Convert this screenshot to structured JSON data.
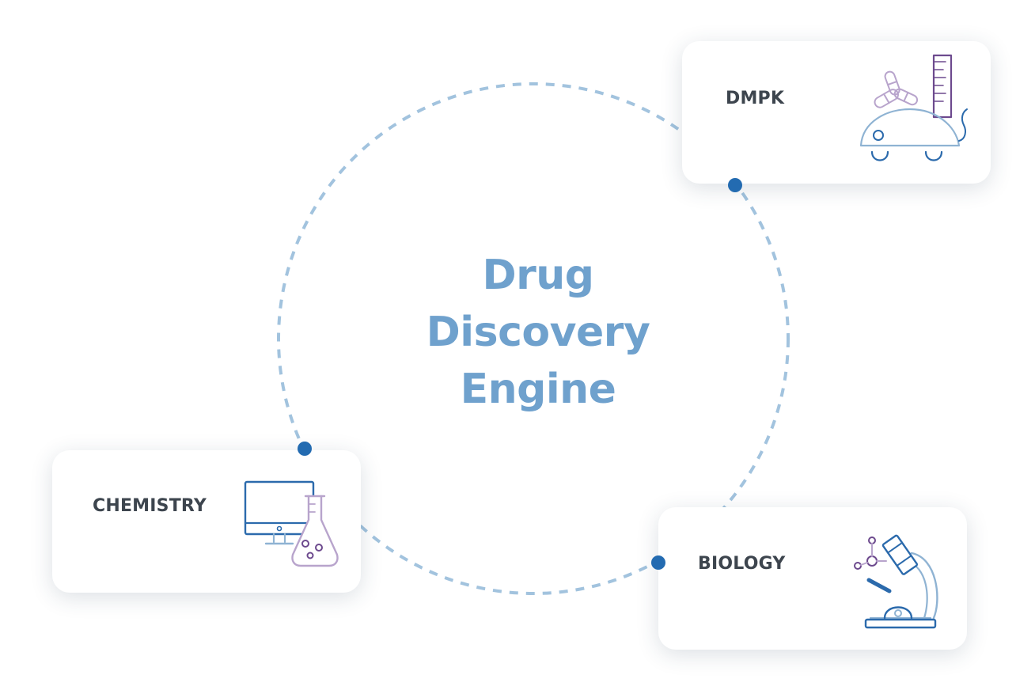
{
  "title": {
    "line1": "Drug",
    "line2": "Discovery",
    "line3": "Engine"
  },
  "nodes": {
    "dmpk": {
      "label": "DMPK",
      "icon": "lab-mouse-pills-icon"
    },
    "chemistry": {
      "label": "CHEMISTRY",
      "icon": "computer-flask-icon"
    },
    "biology": {
      "label": "BIOLOGY",
      "icon": "microscope-molecule-icon"
    }
  },
  "colors": {
    "circle": "#a2c3de",
    "title": "#6fa1cd",
    "connector_dot": "#236bb1",
    "label": "#3d454e",
    "icon_blue": "#2b6aac",
    "icon_purple": "#6d4a8e",
    "icon_lavender": "#b8a4cc",
    "icon_lightblue": "#8fb3d3"
  }
}
